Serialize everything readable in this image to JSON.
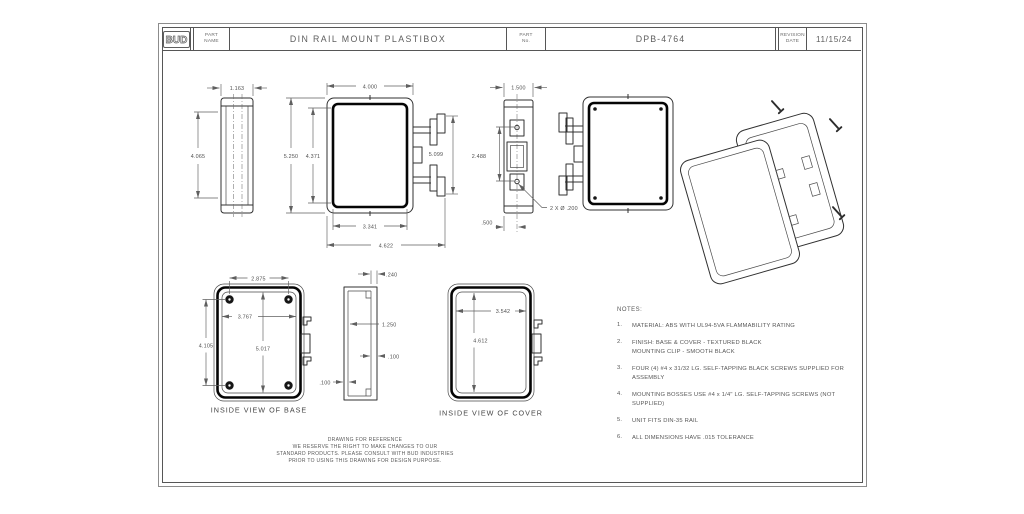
{
  "title_block": {
    "logo": "BUD",
    "part_name_label": "PART\nNAME",
    "part_name": "DIN RAIL MOUNT PLASTIBOX",
    "part_no_label": "PART\nNo.",
    "part_no": "DPB-4764",
    "revision_label": "REVISION\nDATE",
    "revision_date": "11/15/24"
  },
  "views": {
    "side_base": {
      "width": "1.163",
      "height": "4.065"
    },
    "front_base": {
      "width": "4.000",
      "height": "5.250",
      "inner_height": "4.371",
      "clip_span": "5.099",
      "inner_width": "3.341",
      "overall_width": "4.622"
    },
    "side_section": {
      "depth": "1.500",
      "hole_spacing": "2.488",
      "hole_offset": ".500",
      "hole_note": "2 X Ø .200"
    },
    "inside_base": {
      "label": "INSIDE VIEW OF BASE",
      "boss_spacing_w": "2.875",
      "inner_width": "3.767",
      "boss_spacing_h": "4.105",
      "inner_height": "5.017"
    },
    "base_section": {
      "wall_step": ".240",
      "depth": "1.250",
      "wall_right": ".100",
      "wall_left": ".100"
    },
    "inside_cover": {
      "label": "INSIDE VIEW OF COVER",
      "inner_width": "3.542",
      "inner_height": "4.612"
    }
  },
  "notes": {
    "heading": "NOTES:",
    "items": [
      {
        "num": "1.",
        "text": "MATERIAL: ABS WITH UL94-5VA FLAMMABILITY RATING"
      },
      {
        "num": "2.",
        "text": "FINISH: BASE & COVER - TEXTURED BLACK\nMOUNTING CLIP - SMOOTH BLACK"
      },
      {
        "num": "3.",
        "text": "FOUR (4) #4 x 31/32 LG. SELF-TAPPING BLACK SCREWS SUPPLIED FOR\nASSEMBLY"
      },
      {
        "num": "4.",
        "text": "MOUNTING BOSSES USE #4 x 1/4\" LG. SELF-TAPPING SCREWS (NOT\nSUPPLIED)"
      },
      {
        "num": "5.",
        "text": "UNIT FITS DIN-35 RAIL"
      },
      {
        "num": "6.",
        "text": "ALL DIMENSIONS HAVE .015 TOLERANCE"
      }
    ]
  },
  "disclaimer": {
    "line1": "DRAWING FOR REFERENCE",
    "line2": "WE RESERVE THE RIGHT TO MAKE CHANGES TO OUR",
    "line3": "STANDARD PRODUCTS. PLEASE CONSULT WITH BUD INDUSTRIES",
    "line4": "PRIOR TO USING THIS DRAWING FOR DESIGN PURPOSE."
  },
  "colors": {
    "line": "#303030",
    "bold_line": "#050505",
    "dim": "#5f5f5f",
    "background": "#ffffff"
  }
}
